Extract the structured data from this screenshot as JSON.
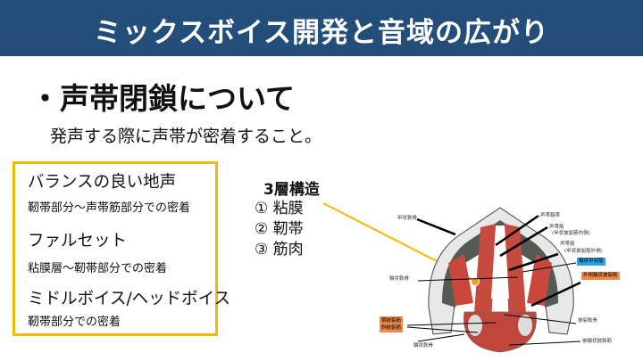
{
  "header": {
    "title": "ミックスボイス開発と音域の広がり"
  },
  "section": {
    "heading": "・声帯閉鎖について",
    "description": "発声する際に声帯が密着すること。"
  },
  "modes": [
    {
      "title": "バランスの良い地声",
      "detail": "靭帯部分～声帯筋部分での密着"
    },
    {
      "title": "ファルセット",
      "detail": "粘膜層～靭帯部分での密着"
    },
    {
      "title": "ミドルボイス/ヘッドボイス",
      "detail": "靭帯部分での密着"
    }
  ],
  "layers": {
    "title": "3層構造",
    "items": [
      "① 粘膜",
      "② 靭帯",
      "③ 筋肉"
    ]
  },
  "diagram": {
    "labels": {
      "thyroid_cartilage": "甲状軟骨",
      "vocal_ligament": "声帯靱帯",
      "vocalis_inner": "声帯筋",
      "vocalis_inner_sub": "(甲状披裂筋内側)",
      "vocalis_outer": "声帯筋",
      "vocalis_outer_sub": "(甲状披裂筋外側)",
      "cricothyroid": "輪状甲状筋",
      "lateral_cricoarytenoid": "外側輪状披裂筋",
      "cricoid_cartilage_1": "輪状軟骨",
      "arytenoid_muscles_1": "横披裂筋",
      "arytenoid_muscles_2": "斜披裂筋",
      "arytenoid_cartilage": "披裂軟骨",
      "cricoid_cartilage_2": "輪状軟骨",
      "posterior_cricoarytenoid": "後輪状披裂筋"
    }
  },
  "colors": {
    "header": "#244e7a",
    "accent": "#f5b800",
    "tag_blue": "#29a3dc",
    "tag_orange": "#f0894a"
  }
}
